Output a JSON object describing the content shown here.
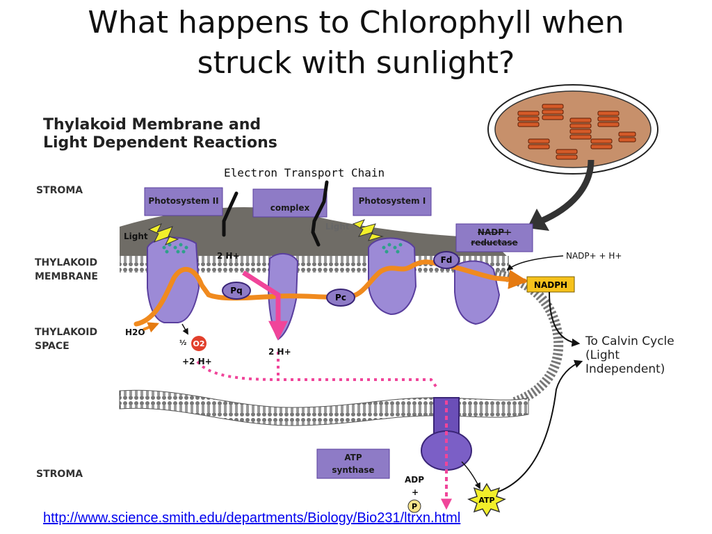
{
  "slide": {
    "title_line1": "What happens to Chlorophyll when",
    "title_line2": "struck with sunlight?"
  },
  "diagram": {
    "heading_line1": "Thylakoid Membrane and",
    "heading_line2": "Light Dependent Reactions",
    "handwritten_label": "Electron Transport Chain",
    "region_labels": {
      "stroma_top": "STROMA",
      "thylakoid_membrane_1": "THYLAKOID",
      "thylakoid_membrane_2": "MEMBRANE",
      "thylakoid_space_1": "THYLAKOID",
      "thylakoid_space_2": "SPACE",
      "stroma_bottom": "STROMA"
    },
    "boxes": {
      "photosystem_ii": "Photosystem II",
      "cytochrome_complex": "complex",
      "photosystem_i": "Photosystem I",
      "nadp_reductase_line1": "NADP+",
      "nadp_reductase_line2": "reductase",
      "atp_synthase_line1": "ATP",
      "atp_synthase_line2": "synthase"
    },
    "molecules": {
      "light_1": "Light",
      "light_2": "Light",
      "two_h_top": "2 H+",
      "pq": "Pq",
      "pc": "Pc",
      "fd": "Fd",
      "h2o": "H2O",
      "half_o2_frac": "½",
      "o2": "O2",
      "plus_two_h": "+2 H+",
      "two_h_bottom": "2 H+",
      "nadp_plus_h": "NADP+ + H+",
      "nadph": "NADPH",
      "adp": "ADP",
      "plus": "+",
      "pi": "P",
      "atp": "ATP"
    },
    "calvin": {
      "line1": "To Calvin Cycle",
      "line2": "(Light",
      "line3": "Independent)"
    },
    "colors": {
      "protein": "#9c8ad6",
      "protein_dark": "#5a3f9e",
      "label_box": "#8e7bc6",
      "membrane_gray": "#6f6c66",
      "electron_path": "#f08a1e",
      "proton_path": "#f0459a",
      "nadph_box": "#f6c21c",
      "atp_star": "#f2ef2a",
      "chloroplast_fill": "#c7906b",
      "grana": "#d45a28",
      "link_blue": "#0000ee"
    }
  },
  "source": {
    "url": "http://www.science.smith.edu/departments/Biology/Bio231/ltrxn.html"
  }
}
